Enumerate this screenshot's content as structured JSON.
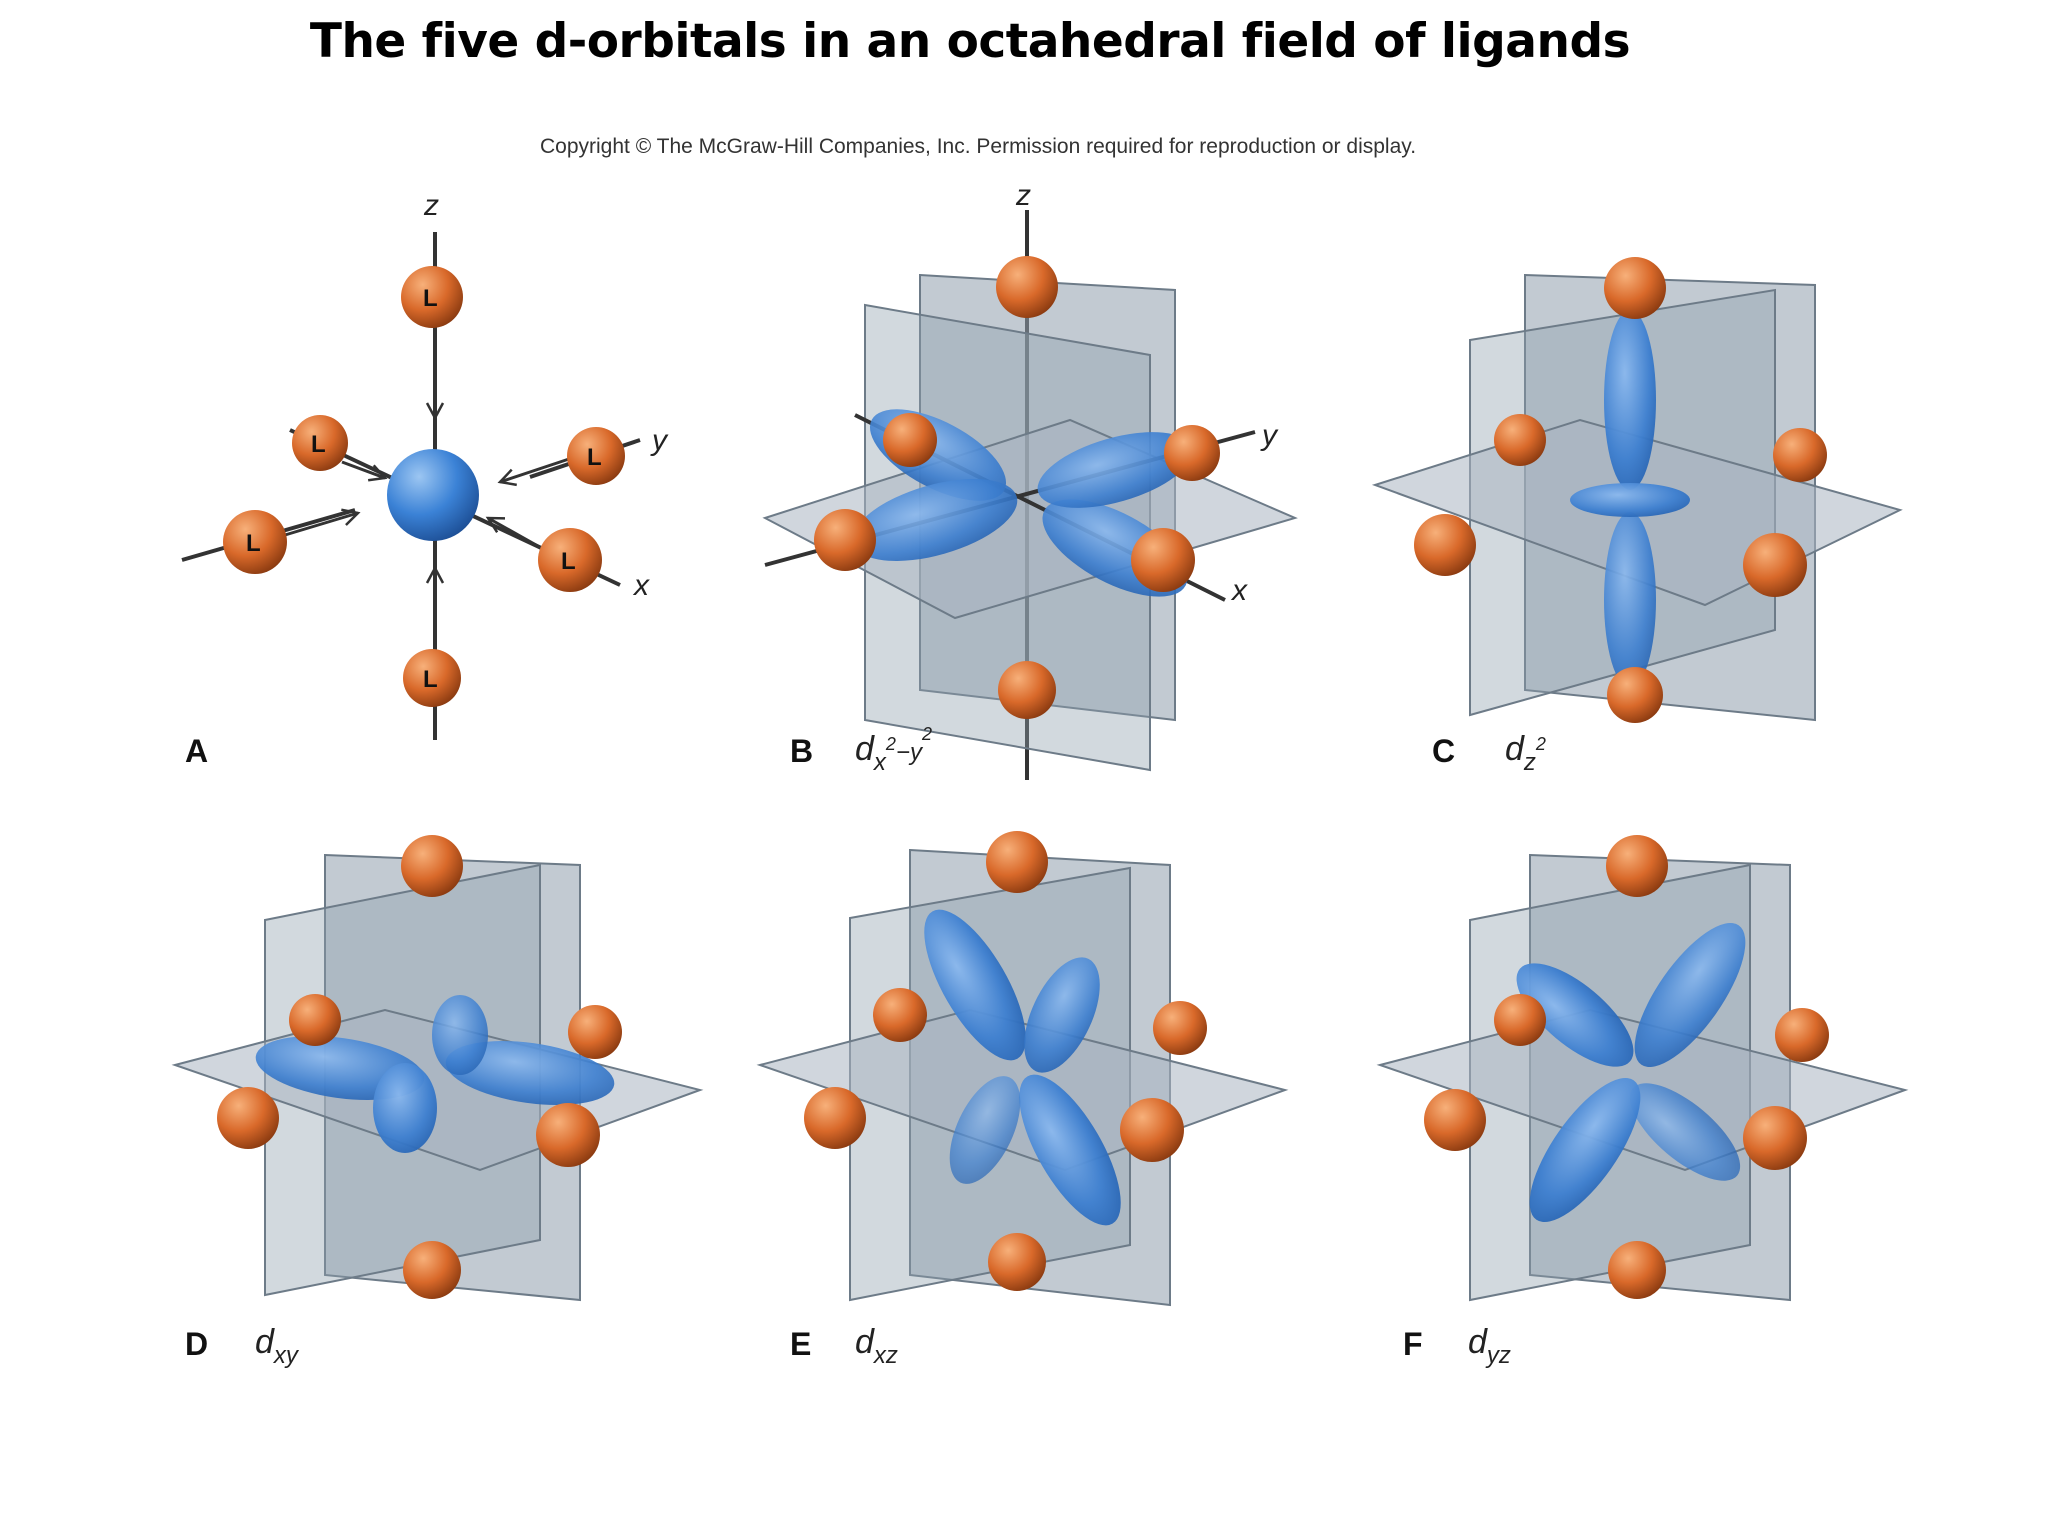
{
  "title": "The five d-orbitals in an octahedral field of ligands",
  "copyright": "Copyright © The McGraw-Hill Companies, Inc. Permission required for reproduction or display.",
  "colors": {
    "ligand": "#d9692a",
    "orbital": "#3d7fd0",
    "plane": "#8f9fad",
    "metal": "#3b82d6"
  },
  "panel_a": {
    "letter": "A",
    "ligand_label": "L",
    "axes": {
      "z": "z",
      "y": "y",
      "x": "x"
    }
  },
  "panel_b": {
    "letter": "B",
    "orbital": "d",
    "sub1": "x",
    "sup1": "2",
    "minus": "−",
    "sub2": "y",
    "sup2": "2",
    "axes": {
      "z": "z",
      "y": "y",
      "x": "x"
    }
  },
  "panel_c": {
    "letter": "C",
    "orbital": "d",
    "sub": "z",
    "sup": "2"
  },
  "panel_d": {
    "letter": "D",
    "orbital": "d",
    "sub": "xy"
  },
  "panel_e": {
    "letter": "E",
    "orbital": "d",
    "sub": "xz"
  },
  "panel_f": {
    "letter": "F",
    "orbital": "d",
    "sub": "yz"
  }
}
